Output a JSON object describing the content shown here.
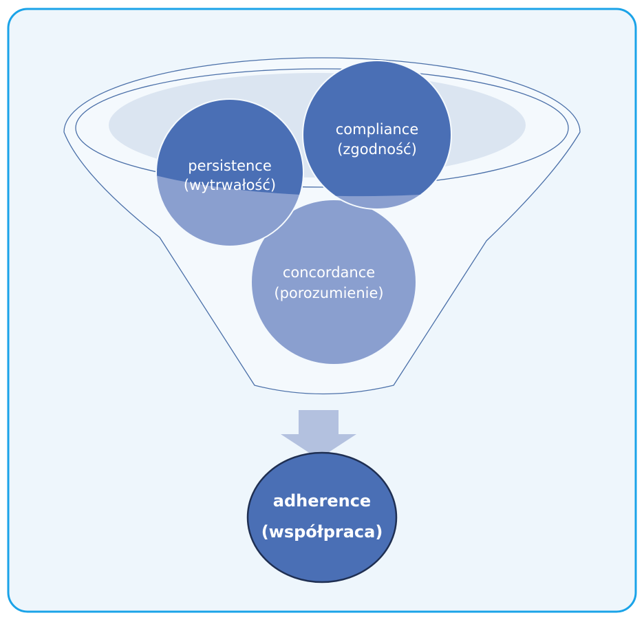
{
  "diagram": {
    "circles": [
      {
        "id": "persistence",
        "line1": "persistence",
        "line2": "(wytrwałość)"
      },
      {
        "id": "compliance",
        "line1": "compliance",
        "line2": "(zgodność)"
      },
      {
        "id": "concordance",
        "line1": "concordance",
        "line2": "(porozumienie)"
      }
    ],
    "result": {
      "line1": "adherence",
      "line2": "(współpraca)"
    }
  },
  "colors": {
    "frame_border": "#1aa3e8",
    "frame_fill": "#eef6fc",
    "funnel_fill": "#f4f9fd",
    "funnel_stroke": "#4a6fa8",
    "ellipse_inner": "#dbe5f1",
    "circle_dark": "#4a6fb5",
    "circle_light": "#8a9fcf",
    "arrow": "#b3c1df",
    "result_fill": "#4a6fb5",
    "result_stroke": "#1f2f52"
  }
}
